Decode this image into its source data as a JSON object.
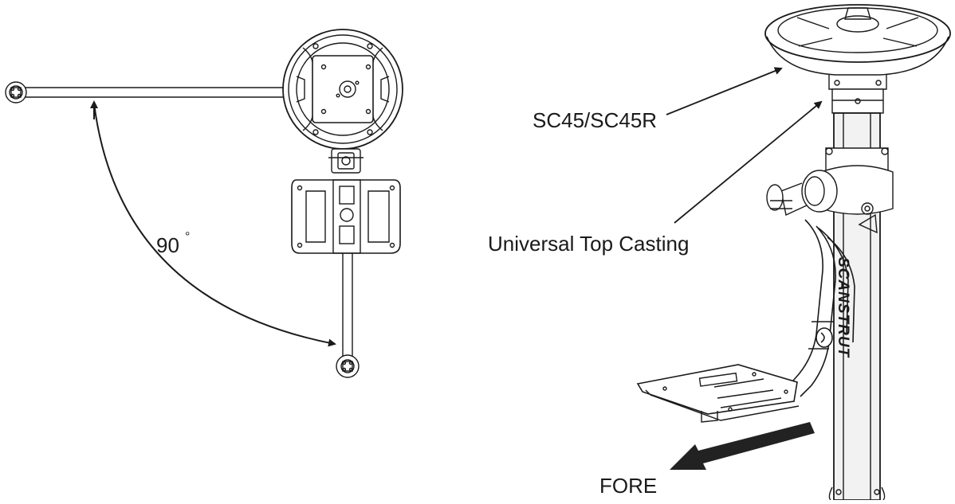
{
  "labels": {
    "angle": "90",
    "degree_mark": "°",
    "model": "SC45/SC45R",
    "casting": "Universal Top Casting",
    "direction": "FORE",
    "brand": "SCANSTRUT"
  },
  "colors": {
    "line": "#1a1a1a",
    "background": "#ffffff",
    "pole_fill": "#f2f2f2"
  }
}
